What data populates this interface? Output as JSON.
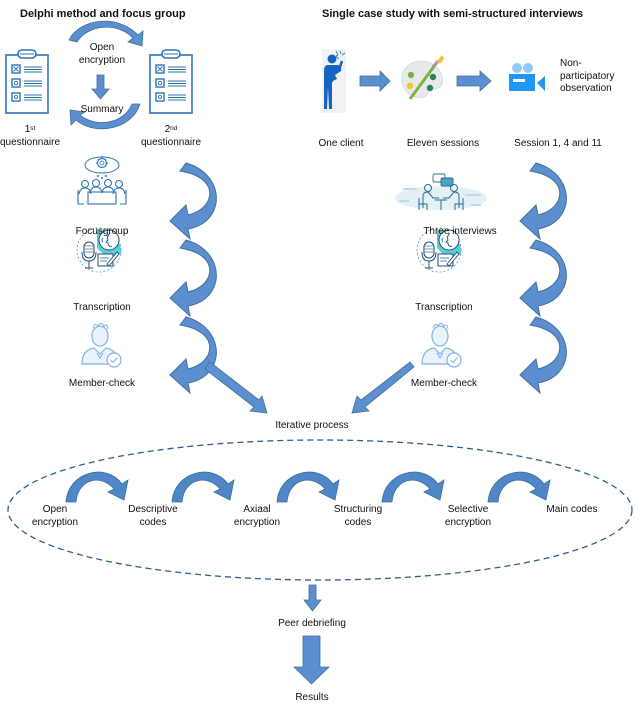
{
  "left_section": {
    "title": "Delphi method and focus group",
    "cycle_top": "Open\nencryption",
    "cycle_bottom": "Summary",
    "q1_number": "1",
    "q1_suffix": "st",
    "q1_label": "questionnaire",
    "q2_number": "2",
    "q2_suffix": "nd",
    "q2_label": "questionnaire",
    "steps": [
      {
        "label": "Focusgroup",
        "icon": "focus-group-icon"
      },
      {
        "label": "Transcription",
        "icon": "transcription-icon"
      },
      {
        "label": "Member-check",
        "icon": "member-check-icon"
      }
    ]
  },
  "right_section": {
    "title": "Single case study with semi-structured interviews",
    "top_items": [
      {
        "label": "One client",
        "icon": "distressed-person-icon"
      },
      {
        "label": "Eleven sessions",
        "icon": "art-palette-icon"
      },
      {
        "label": "Session 1, 4 and 11",
        "icon": "video-camera-icon"
      }
    ],
    "observation_label": "Non-\nparticipatory\nobservation",
    "steps": [
      {
        "label": "Three interviews",
        "icon": "interview-icon"
      },
      {
        "label": "Transcription",
        "icon": "transcription-icon"
      },
      {
        "label": "Member-check",
        "icon": "member-check-icon"
      }
    ]
  },
  "iterative": {
    "label": "Iterative process",
    "codes": [
      "Open\nencryption",
      "Descriptive\ncodes",
      "Axiaal\nencryption",
      "Structuring\ncodes",
      "Selective\nencryption",
      "Main codes"
    ]
  },
  "final": {
    "peer_label": "Peer debriefing",
    "results_label": "Results"
  },
  "colors": {
    "arrow_fill": "#5b8fcf",
    "arrow_stroke": "#41719c",
    "icon_blue": "#2e75b6",
    "dashed": "#2f5f8a"
  }
}
